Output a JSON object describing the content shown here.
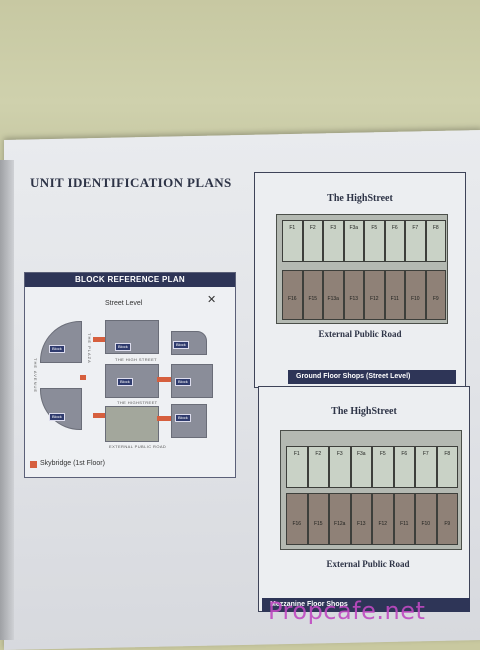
{
  "page_title": "UNIT IDENTIFICATION PLANS",
  "block_reference": {
    "title": "BLOCK REFERENCE PLAN",
    "street_level": "Street Level",
    "north_symbol": "✕",
    "roads": {
      "the_highstreet_top": "THE HIGH STREET",
      "the_highstreet_mid": "THE HIGHSTREET",
      "external_public_road": "EXTERNAL PUBLIC ROAD",
      "the_avenue": "THE AVENUE",
      "the_plaza": "THE PLAZA"
    },
    "legend": "Skybridge (1st Floor)"
  },
  "ground_floor": {
    "title": "The HighStreet",
    "top_units": [
      "F1",
      "F2",
      "F3",
      "F3a",
      "F5",
      "F6",
      "F7",
      "F8"
    ],
    "bottom_units": [
      "F16",
      "F15",
      "F13a",
      "F13",
      "F12",
      "F11",
      "F10",
      "F9"
    ],
    "road": "External Public Road",
    "caption": "Ground Floor Shops (Street Level)"
  },
  "mezzanine": {
    "title": "The HighStreet",
    "top_units": [
      "F1",
      "F2",
      "F3",
      "F3a",
      "F5",
      "F6",
      "F7",
      "F8"
    ],
    "bottom_units": [
      "F16",
      "F15",
      "F12a",
      "F13",
      "F12",
      "F11",
      "F10",
      "F9"
    ],
    "road": "External Public Road",
    "caption": "Mezzanine Floor Shops"
  },
  "watermark": "Propcafe.net",
  "colors": {
    "navy": "#2e3557",
    "skybridge": "#d65f3e",
    "watermark": "#c04ac2"
  }
}
